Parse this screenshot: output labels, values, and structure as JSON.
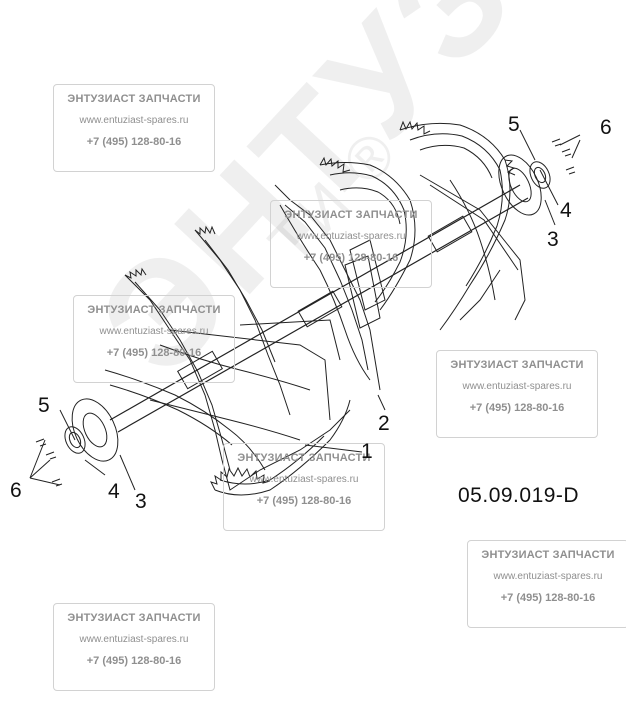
{
  "watermark": {
    "title": "ЭНТУЗИАСТ ЗАПЧАСТИ",
    "url": "www.entuziast-spares.ru",
    "phone": "+7 (495) 128-80-16"
  },
  "big_watermark": "ЭНТУЗИАСТ",
  "big_watermark_top": "ТИ ®",
  "part_code": "05.09.019-D",
  "callouts": {
    "c1": "1",
    "c2": "2",
    "c3_right": "3",
    "c4_right": "4",
    "c5_right": "5",
    "c6_right": "6",
    "c3_left": "3",
    "c4_left": "4",
    "c5_left": "5",
    "c6_left": "6"
  }
}
